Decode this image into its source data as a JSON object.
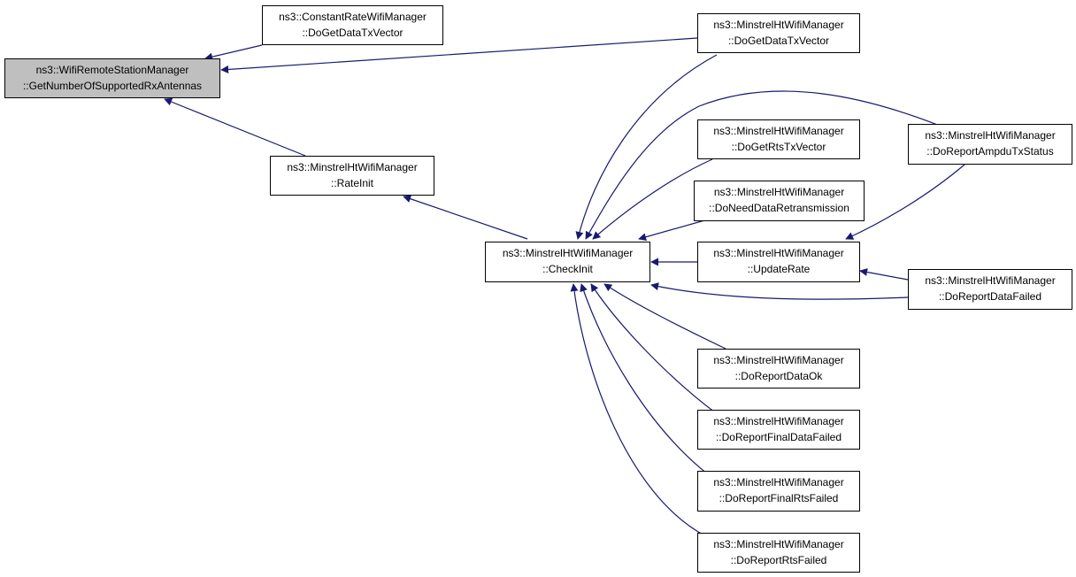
{
  "colors": {
    "edge": "#191970",
    "root_fill": "#bfbfbf",
    "node_border": "#000000"
  },
  "nodes": {
    "root": {
      "line1": "ns3::WifiRemoteStationManager",
      "line2": "::GetNumberOfSupportedRxAntennas"
    },
    "constant": {
      "line1": "ns3::ConstantRateWifiManager",
      "line2": "::DoGetDataTxVector"
    },
    "rateinit": {
      "line1": "ns3::MinstrelHtWifiManager",
      "line2": "::RateInit"
    },
    "checkinit": {
      "line1": "ns3::MinstrelHtWifiManager",
      "line2": "::CheckInit"
    },
    "dogetdata": {
      "line1": "ns3::MinstrelHtWifiManager",
      "line2": "::DoGetDataTxVector"
    },
    "dogetrts": {
      "line1": "ns3::MinstrelHtWifiManager",
      "line2": "::DoGetRtsTxVector"
    },
    "doneedretx": {
      "line1": "ns3::MinstrelHtWifiManager",
      "line2": "::DoNeedDataRetransmission"
    },
    "updaterate": {
      "line1": "ns3::MinstrelHtWifiManager",
      "line2": "::UpdateRate"
    },
    "ampdu": {
      "line1": "ns3::MinstrelHtWifiManager",
      "line2": "::DoReportAmpduTxStatus"
    },
    "datafailed": {
      "line1": "ns3::MinstrelHtWifiManager",
      "line2": "::DoReportDataFailed"
    },
    "dataok": {
      "line1": "ns3::MinstrelHtWifiManager",
      "line2": "::DoReportDataOk"
    },
    "finaldata": {
      "line1": "ns3::MinstrelHtWifiManager",
      "line2": "::DoReportFinalDataFailed"
    },
    "finalrts": {
      "line1": "ns3::MinstrelHtWifiManager",
      "line2": "::DoReportFinalRtsFailed"
    },
    "rtsfailed": {
      "line1": "ns3::MinstrelHtWifiManager",
      "line2": "::DoReportRtsFailed"
    }
  }
}
